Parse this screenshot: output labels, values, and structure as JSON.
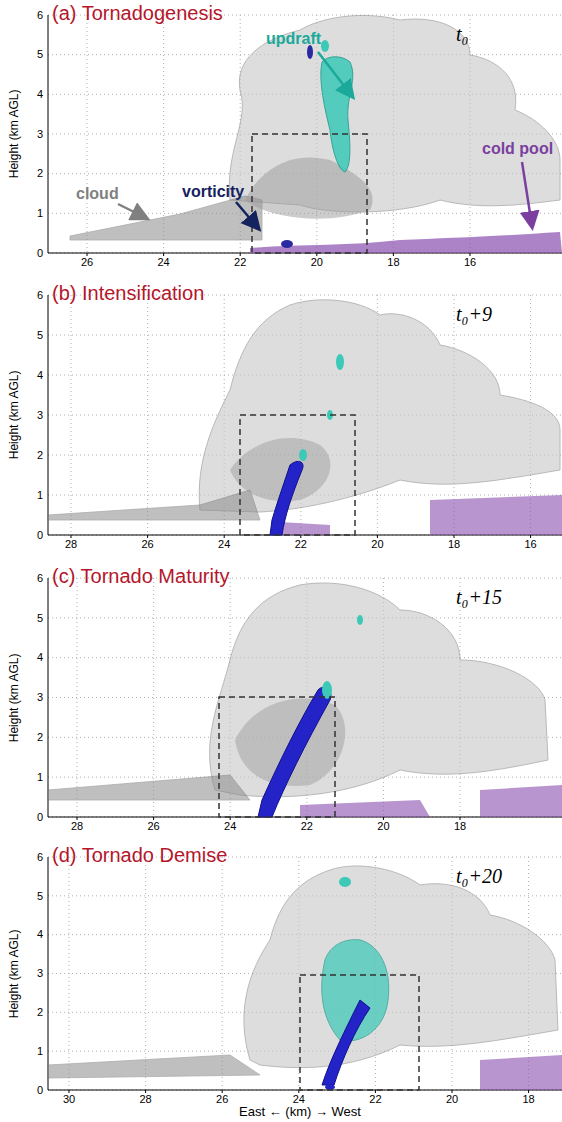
{
  "diagram": {
    "labels": [
      "(a) Tornadogenesis",
      "t₀",
      "updraft",
      "cloud",
      "vorticity",
      "cold pool",
      "6",
      "5",
      "4",
      "3",
      "2",
      "1",
      "0",
      "Height (km AGL)",
      "26",
      "24",
      "22",
      "20",
      "18",
      "16",
      "(b) Intensification",
      "t₀+9",
      "6",
      "5",
      "4",
      "3",
      "2",
      "1",
      "0",
      "Height (km AGL)",
      "28",
      "26",
      "24",
      "22",
      "20",
      "18",
      "16",
      "(c) Tornado Maturity",
      "t₀+15",
      "6",
      "5",
      "4",
      "3",
      "2",
      "1",
      "0",
      "Height (km AGL)",
      "28",
      "26",
      "24",
      "22",
      "20",
      "18",
      "(d) Tornado Demise",
      "t₀+20",
      "6",
      "5",
      "4",
      "3",
      "2",
      "1",
      "0",
      "Height (km AGL)",
      "30",
      "28",
      "26",
      "24",
      "22",
      "20",
      "18",
      "East ← (km) → West"
    ]
  }
}
